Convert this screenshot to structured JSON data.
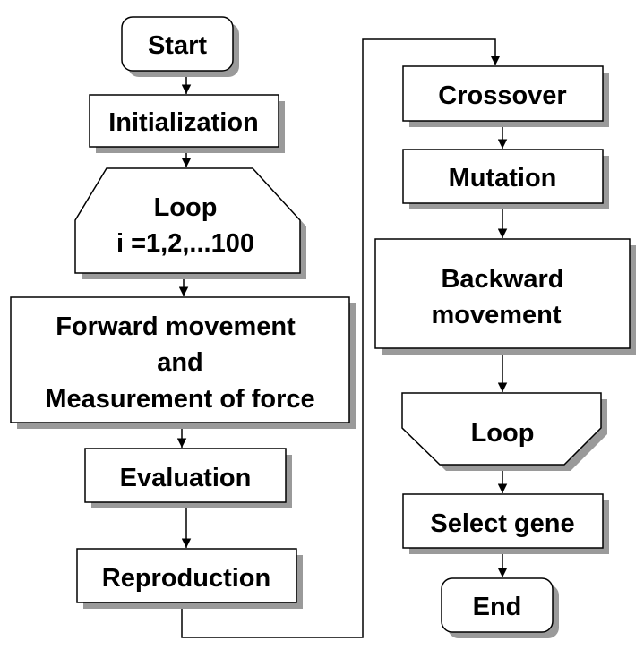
{
  "colors": {
    "box_fill": "#ffffff",
    "stroke": "#000000",
    "shadow": "#9a9a9a"
  },
  "nodes": {
    "start": {
      "label": "Start",
      "shape": "rounded"
    },
    "initialization": {
      "label": "Initialization",
      "shape": "rectangle"
    },
    "loop_start": {
      "line1": "Loop",
      "line2": "i =1,2,...100",
      "shape": "loop-limit-top"
    },
    "forward": {
      "line1": "Forward movement",
      "line2": "and",
      "line3": "Measurement of force",
      "shape": "rectangle"
    },
    "evaluation": {
      "label": "Evaluation",
      "shape": "rectangle"
    },
    "reproduction": {
      "label": "Reproduction",
      "shape": "rectangle"
    },
    "crossover": {
      "label": "Crossover",
      "shape": "rectangle"
    },
    "mutation": {
      "label": "Mutation",
      "shape": "rectangle"
    },
    "backward": {
      "line1": "Backward",
      "line2": "movement",
      "shape": "rectangle"
    },
    "loop_end": {
      "label": "Loop",
      "shape": "loop-limit-bottom"
    },
    "select_gene": {
      "label": "Select gene",
      "shape": "rectangle"
    },
    "end": {
      "label": "End",
      "shape": "rounded"
    }
  },
  "edges": [
    [
      "start",
      "initialization"
    ],
    [
      "initialization",
      "loop_start"
    ],
    [
      "loop_start",
      "forward"
    ],
    [
      "forward",
      "evaluation"
    ],
    [
      "evaluation",
      "reproduction"
    ],
    [
      "reproduction",
      "crossover"
    ],
    [
      "crossover",
      "mutation"
    ],
    [
      "mutation",
      "backward"
    ],
    [
      "backward",
      "loop_end"
    ],
    [
      "loop_end",
      "select_gene"
    ],
    [
      "select_gene",
      "end"
    ]
  ]
}
